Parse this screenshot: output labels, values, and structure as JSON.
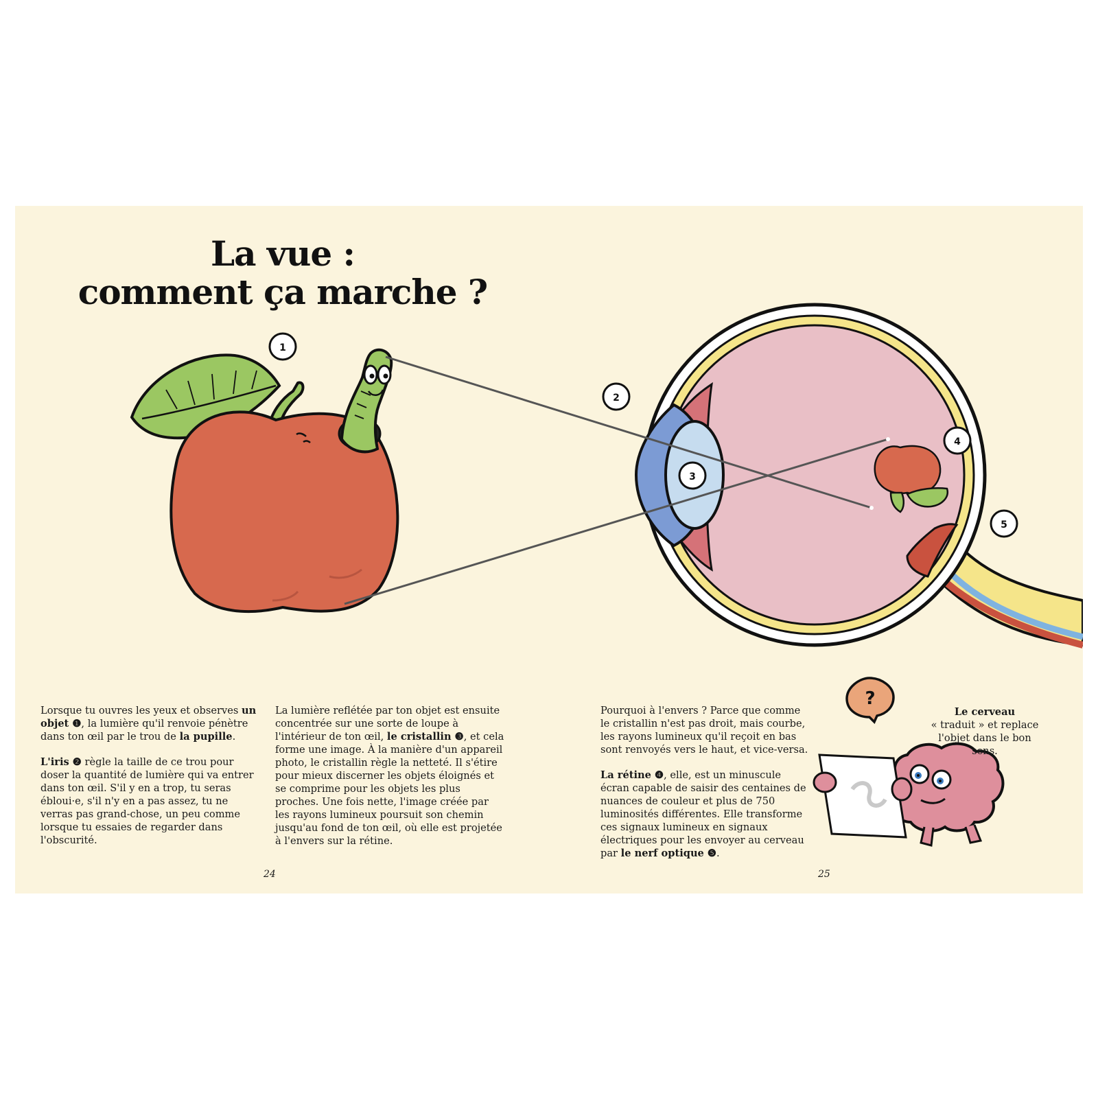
{
  "title": {
    "line1": "La vue :",
    "line2": "comment ça marche ?"
  },
  "callouts": [
    "1",
    "2",
    "3",
    "4",
    "5"
  ],
  "question_mark": "?",
  "col1": {
    "p1": {
      "t1": "Lorsque tu ouvres les yeux et observes",
      "b1": "un objet ❶",
      "t2": ", la lumière qu'il renvoie pénètre dans ton œil par le trou de",
      "b2": "la pupille",
      "t3": "."
    },
    "p2": {
      "b1": "L'iris ❷",
      "t1": " règle la taille de ce trou pour doser la quantité de lumière qui va entrer dans ton œil. S'il y en a trop, tu seras ébloui·e, s'il n'y en a pas assez, tu ne verras pas grand-chose, un peu comme lorsque tu essaies de regarder dans l'obscurité."
    }
  },
  "col2": {
    "t1": "La lumière reflétée par ton objet est ensuite concentrée sur une sorte de loupe à l'intérieur de ton œil,",
    "b1": "le cristallin ❸",
    "t2": ", et cela forme une image. À la manière d'un appareil photo, le cristallin règle la netteté. Il s'étire pour mieux discerner les objets éloignés et se comprime pour les objets les plus proches. Une fois nette, l'image créée par les rayons lumineux poursuit son chemin jusqu'au fond de ton œil, où elle est projetée à l'envers sur la rétine."
  },
  "col3": {
    "p1": "Pourquoi à l'envers ? Parce que comme le cristallin n'est pas droit, mais courbe, les rayons lumineux qu'il reçoit en bas sont renvoyés vers le haut, et vice-versa.",
    "p2": {
      "b1": "La rétine ❹",
      "t1": ", elle, est un minuscule écran capable de saisir des centaines de nuances de couleur et plus de 750 luminosités différentes. Elle transforme ces signaux lumineux en signaux électriques pour les envoyer au cerveau par",
      "b2": "le nerf optique ❺",
      "t2": "."
    }
  },
  "col4": {
    "b1": "Le cerveau",
    "t1": "« traduit » et replace l'objet dans le bon sens."
  },
  "page_numbers": {
    "left": "24",
    "right": "25"
  },
  "colors": {
    "page": "#fbf4dd",
    "apple": "#d7694e",
    "worm": "#9bc762",
    "eye_interior": "#e9bfc6",
    "lens": "#c6dcef",
    "cornea": "#7c9bd4",
    "nerve": "#f5e58a",
    "brain": "#de8f9c"
  }
}
